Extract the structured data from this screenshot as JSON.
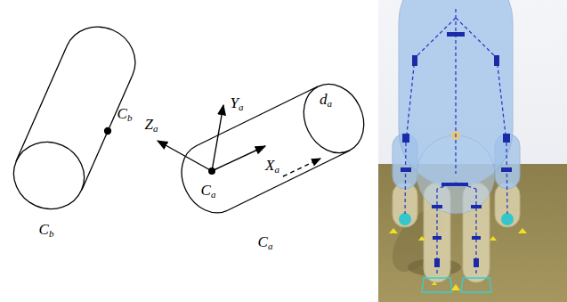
{
  "diagram": {
    "labels": [
      "Cb",
      "Cb",
      "Ya",
      "Za",
      "Xa",
      "Ca",
      "da",
      "Ca"
    ]
  }
}
